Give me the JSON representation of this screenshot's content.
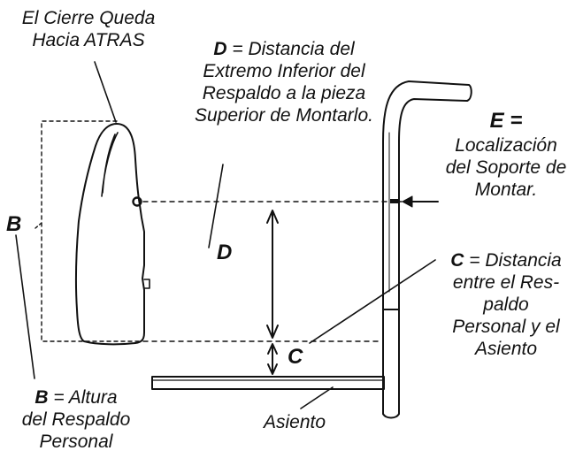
{
  "labels": {
    "cierre": [
      "El Cierre Queda",
      "Hacia ATRAS"
    ],
    "d_def": {
      "letter": "D",
      "lines": [
        "= Distancia del",
        "Extremo Inferior del",
        "Respaldo a la pieza",
        "Superior de Montarlo."
      ]
    },
    "e_def": {
      "letter": "E",
      "eq": "=",
      "lines": [
        "Localización",
        "del Soporte de",
        "Montar."
      ]
    },
    "c_def": {
      "letter": "C",
      "lines": [
        "= Distancia",
        "entre el Res-",
        "paldo",
        "Personal y el",
        "Asiento"
      ]
    },
    "b_def": {
      "letter": "B",
      "lines": [
        "= Altura",
        "del Respaldo",
        "Personal"
      ]
    },
    "asiento": "Asiento",
    "markers": {
      "b": "B",
      "d": "D",
      "c": "C"
    }
  }
}
